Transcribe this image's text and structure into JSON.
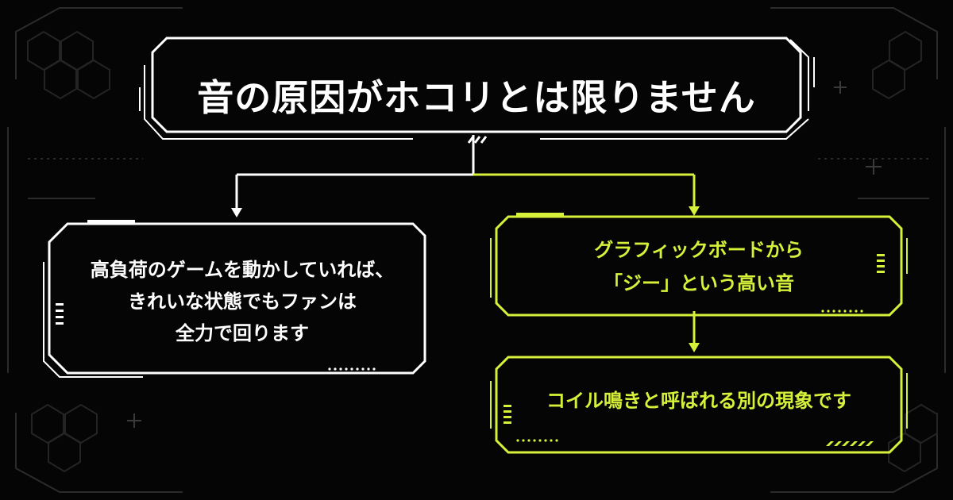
{
  "diagram": {
    "title": "音の原因がホコリとは限りません",
    "left_box": {
      "lines": [
        "高負荷のゲームを動かしていれば、",
        "きれいな状態でもファンは",
        "全力で回ります"
      ]
    },
    "right_top_box": {
      "lines": [
        "グラフィックボードから",
        "「ジー」という高い音"
      ]
    },
    "right_bottom_box": {
      "lines": [
        "コイル鳴きと呼ばれる別の現象です"
      ]
    }
  },
  "colors": {
    "background": "#050505",
    "white": "#ffffff",
    "accent": "#d7f13a",
    "decor": "#2b2b2b"
  }
}
